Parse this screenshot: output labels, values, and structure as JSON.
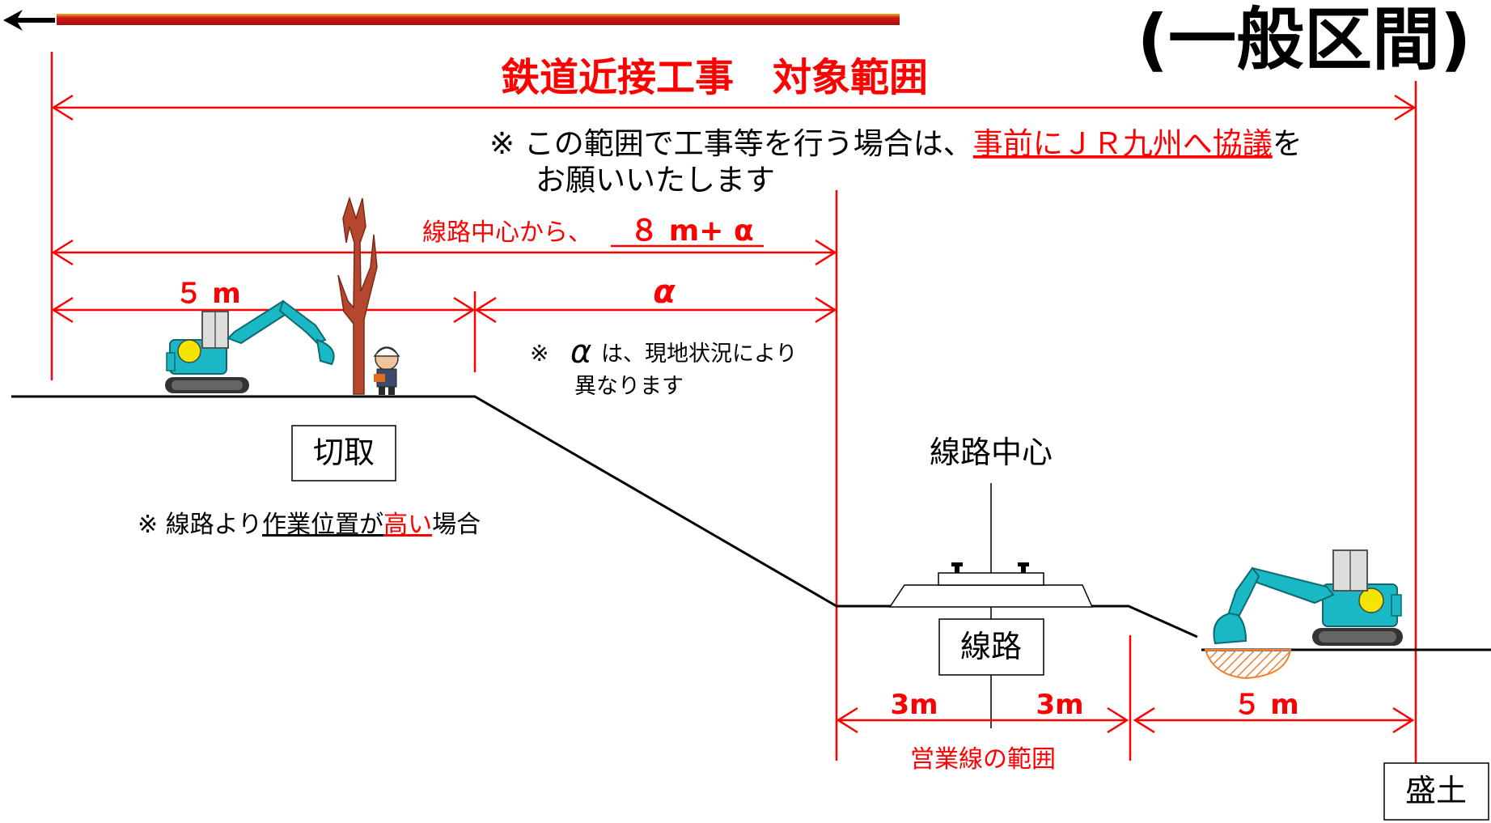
{
  "header": {
    "section_label": "(一般区間)",
    "scope_title": "鉄道近接工事　対象範囲",
    "note_prefix": "※ この範囲で工事等を行う場合は、",
    "note_highlight": "事前にＪＲ九州へ協議",
    "note_suffix": "を",
    "note_line2": "お願いいたします"
  },
  "dimensions": {
    "from_center_prefix": "線路中心から、",
    "from_center_value": "８ m+ α",
    "five_m_left": "５ m",
    "alpha": "α",
    "alpha_note_mark": "※",
    "alpha_note_symbol": "α",
    "alpha_note_line1": "は、現地状況により",
    "alpha_note_line2": "異なります",
    "three_m_left": "3m",
    "three_m_right": "3m",
    "five_m_right": "５ m",
    "operating_range": "営業線の範囲"
  },
  "labels": {
    "cut": "切取",
    "track": "線路",
    "track_center": "線路中心",
    "fill": "盛土"
  },
  "cut_note": {
    "prefix": "※ 線路より",
    "underlined": "作業位置が",
    "highlight": "高い",
    "suffix": "場合"
  },
  "colors": {
    "accent": "#ff0000",
    "header_bar": "#cc1a1a",
    "excavator": "#1ab8c4",
    "tree": "#b5472e",
    "ground": "#000000"
  }
}
